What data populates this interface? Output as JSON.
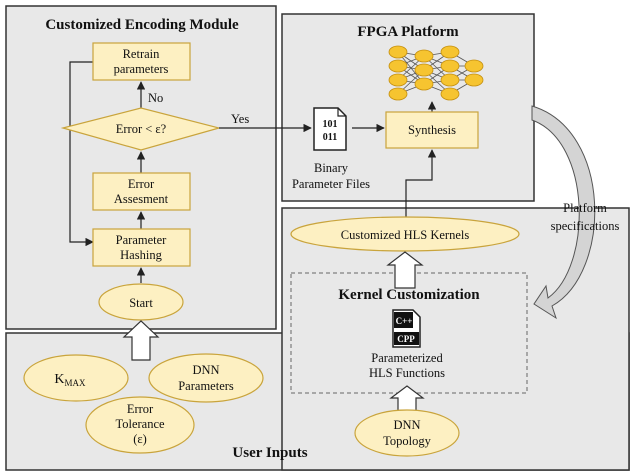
{
  "colors": {
    "panel_fill": "#e8e8e8",
    "node_fill": "#fdf0c2",
    "node_stroke": "#c9a43c",
    "neuron_fill": "#f6c430",
    "arrow_fill": "#ffffff",
    "line": "#222222"
  },
  "encoding_module": {
    "title": "Customized Encoding Module",
    "retrain": [
      "Retrain",
      "parameters"
    ],
    "decision": "Error < ε?",
    "no_label": "No",
    "error_assessment": [
      "Error",
      "Assesment"
    ],
    "parameter_hashing": [
      "Parameter",
      "Hashing"
    ],
    "start": "Start"
  },
  "fpga_platform": {
    "title": "FPGA Platform",
    "yes_label": "Yes",
    "file_icon": [
      "101",
      "011"
    ],
    "binary_files": [
      "Binary",
      "Parameter Files"
    ],
    "synthesis": "Synthesis"
  },
  "platform_specs": [
    "Platform",
    "specifications"
  ],
  "kernel_side": {
    "hls_kernels": "Customized HLS Kernels",
    "customization_title": "Kernel Customization",
    "cpp_icon_top": "C++",
    "cpp_icon_bottom": "CPP",
    "parameterized": [
      "Parameterized",
      "HLS Functions"
    ],
    "dnn_topology": [
      "DNN",
      "Topology"
    ]
  },
  "user_inputs": {
    "title": "User Inputs",
    "kmax_main": "K",
    "kmax_sub": "MAX",
    "dnn_parameters": [
      "DNN",
      "Parameters"
    ],
    "error_tolerance": [
      "Error",
      "Tolerance",
      "(ε)"
    ]
  }
}
